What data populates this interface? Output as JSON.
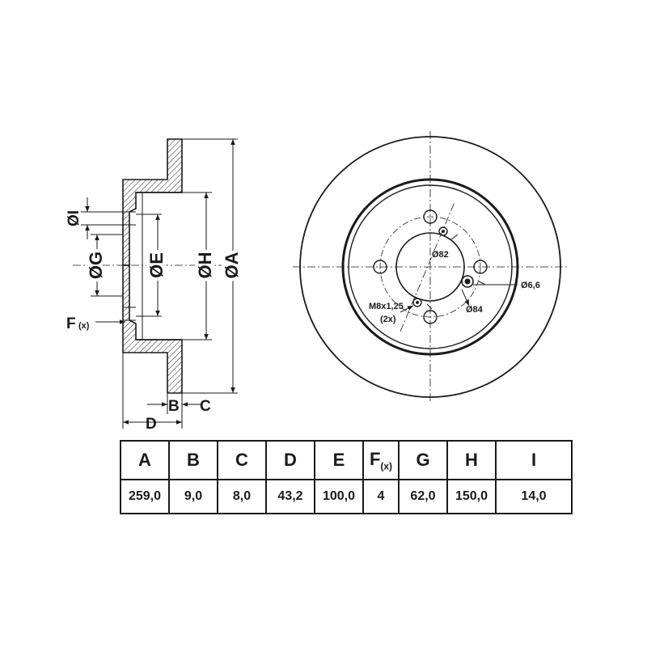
{
  "side_view": {
    "labels": {
      "dia_A": "ØA",
      "dia_H": "ØH",
      "dia_E": "ØE",
      "dia_G": "ØG",
      "dia_I": "ØI",
      "F": "F",
      "F_sub": "(x)",
      "B": "B",
      "C": "C",
      "D": "D"
    }
  },
  "front_view": {
    "labels": {
      "hole_dia": "Ø6,6",
      "pcd": "Ø84",
      "center_dia": "Ø82",
      "thread": "M8x1,25",
      "thread_count": "(2x)"
    }
  },
  "table": {
    "headers": [
      {
        "text": "A",
        "sub": ""
      },
      {
        "text": "B",
        "sub": ""
      },
      {
        "text": "C",
        "sub": ""
      },
      {
        "text": "D",
        "sub": ""
      },
      {
        "text": "E",
        "sub": ""
      },
      {
        "text": "F",
        "sub": "(x)"
      },
      {
        "text": "G",
        "sub": ""
      },
      {
        "text": "H",
        "sub": ""
      },
      {
        "text": "I",
        "sub": ""
      }
    ],
    "values": [
      "259,0",
      "9,0",
      "8,0",
      "43,2",
      "100,0",
      "4",
      "62,0",
      "150,0",
      "14,0"
    ]
  }
}
